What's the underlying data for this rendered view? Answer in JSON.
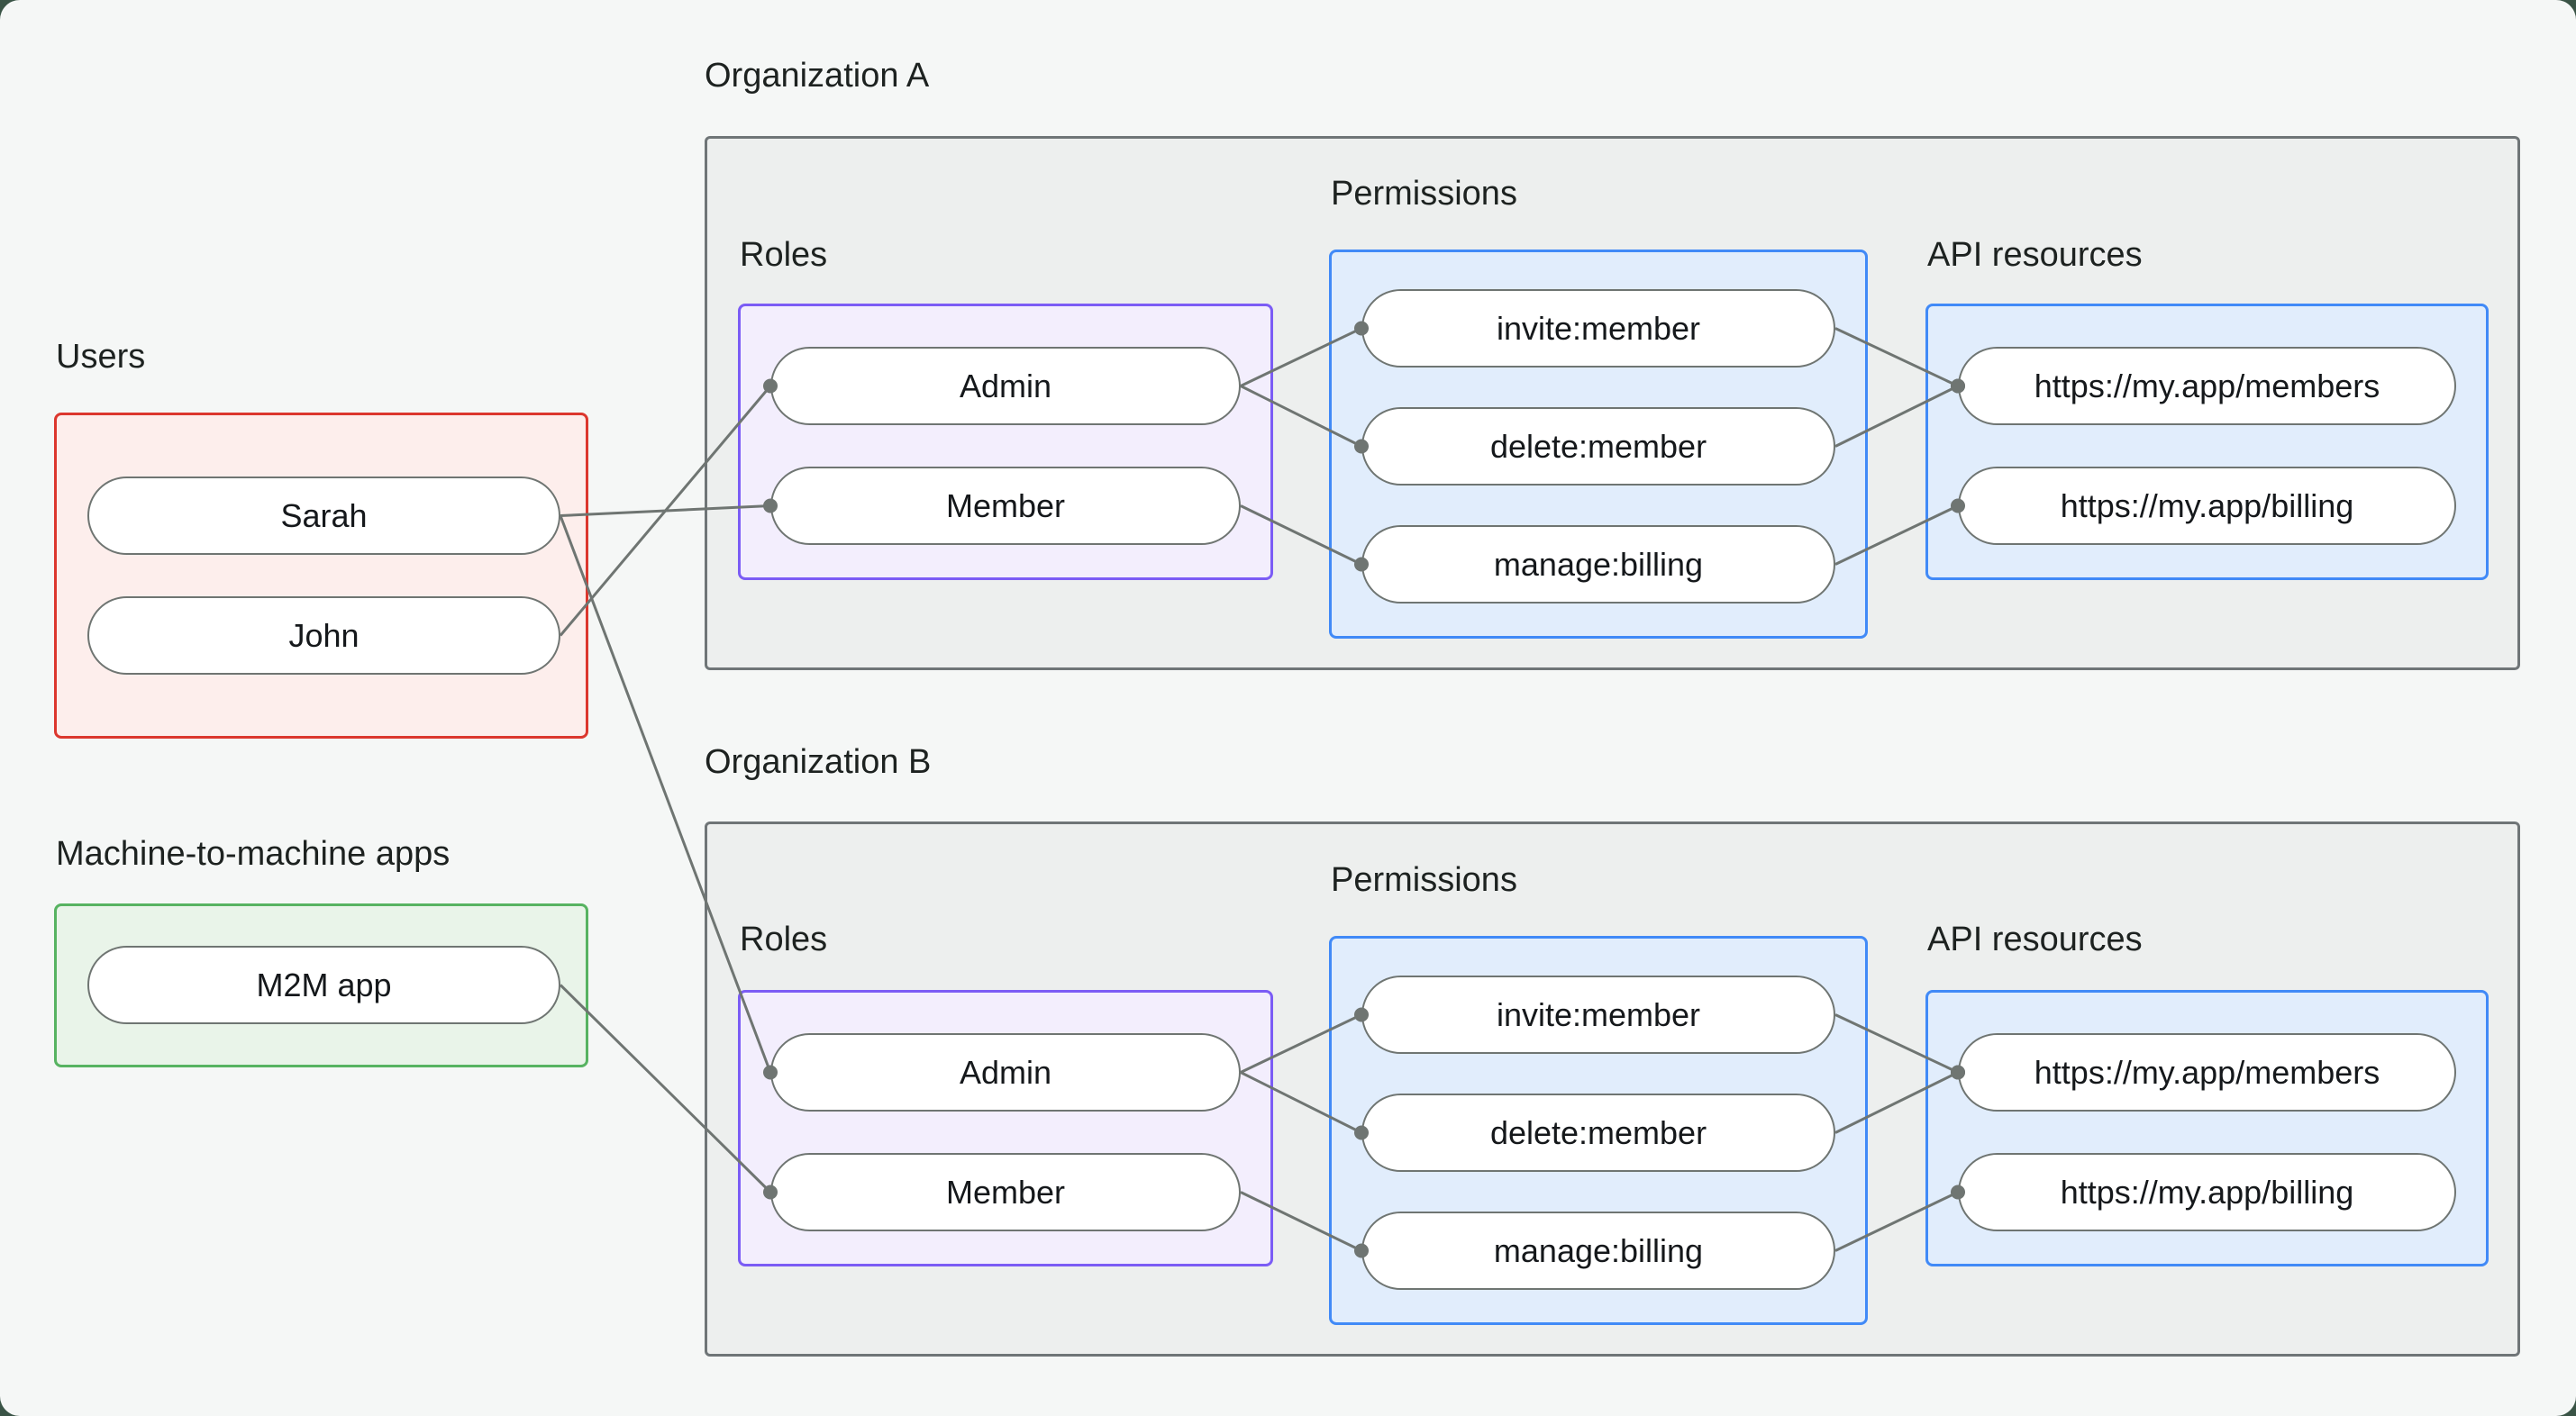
{
  "labels": {
    "users": "Users",
    "m2m": "Machine-to-machine apps",
    "roles": "Roles",
    "permissions": "Permissions",
    "api": "API resources"
  },
  "nodes": {
    "sarah": "Sarah",
    "john": "John",
    "m2m_app": "M2M app"
  },
  "org_a": {
    "title": "Organization A",
    "admin": "Admin",
    "member": "Member",
    "invite": "invite:member",
    "delete": "delete:member",
    "manage": "manage:billing",
    "members_api": "https://my.app/members",
    "billing_api": "https://my.app/billing"
  },
  "org_b": {
    "title": "Organization B",
    "admin": "Admin",
    "member": "Member",
    "invite": "invite:member",
    "delete": "delete:member",
    "manage": "manage:billing",
    "members_api": "https://my.app/members",
    "billing_api": "https://my.app/billing"
  },
  "edges": [
    {
      "from": "sarah",
      "to": "orga-member"
    },
    {
      "from": "john",
      "to": "orga-admin"
    },
    {
      "from": "sarah",
      "to": "orgb-admin"
    },
    {
      "from": "m2m-app",
      "to": "orgb-member"
    },
    {
      "from": "orga-admin",
      "to": "orga-invite"
    },
    {
      "from": "orga-admin",
      "to": "orga-delete"
    },
    {
      "from": "orga-member",
      "to": "orga-manage"
    },
    {
      "from": "orga-invite",
      "to": "orga-members"
    },
    {
      "from": "orga-delete",
      "to": "orga-members"
    },
    {
      "from": "orga-manage",
      "to": "orga-billing"
    },
    {
      "from": "orgb-admin",
      "to": "orgb-invite"
    },
    {
      "from": "orgb-admin",
      "to": "orgb-delete"
    },
    {
      "from": "orgb-member",
      "to": "orgb-manage"
    },
    {
      "from": "orgb-invite",
      "to": "orgb-members"
    },
    {
      "from": "orgb-delete",
      "to": "orgb-members"
    },
    {
      "from": "orgb-manage",
      "to": "orgb-billing"
    }
  ],
  "colors": {
    "page_backdrop": "#3a5446",
    "canvas_background": "#f5f7f6",
    "org_box_border": "#6f7577",
    "org_box_fill": "#edefee",
    "users_box_border": "#dc372e",
    "users_box_fill": "#fdeeec",
    "m2m_box_border": "#57b361",
    "m2m_box_fill": "#e9f4e9",
    "roles_box_border": "#7b5cf5",
    "roles_box_fill": "#f3eefd",
    "permissions_box_border": "#418af7",
    "permissions_box_fill": "#e1edfc",
    "api_box_border": "#418af7",
    "api_box_fill": "#e1edfc",
    "pill_border": "#6f7572",
    "pill_fill": "#ffffff",
    "edge_color": "#6f7572",
    "text_color": "#1d2220"
  }
}
